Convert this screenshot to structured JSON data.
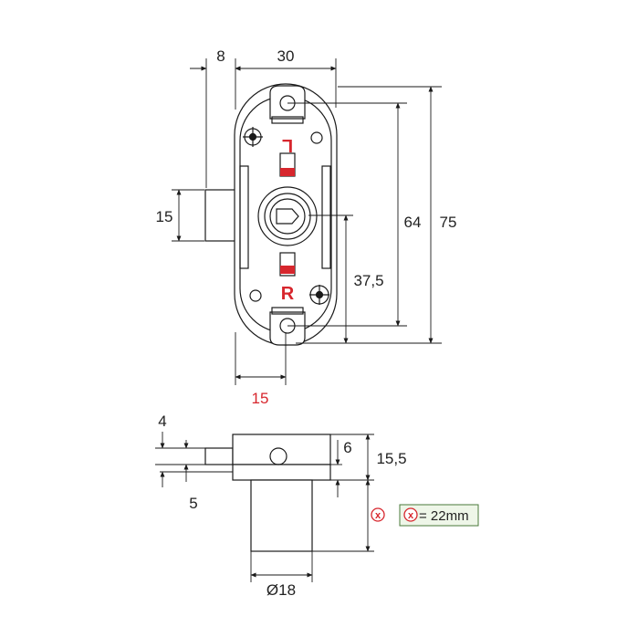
{
  "front_view": {
    "dims": {
      "bolt_projection": "8",
      "body_width": "30",
      "bolt_height": "15",
      "hole_spacing": "64",
      "overall_height": "75",
      "center_to_bottom": "37,5",
      "backset": "15"
    },
    "markers": {
      "left": "L",
      "right": "R"
    }
  },
  "side_view": {
    "dims": {
      "top_offset": "4",
      "plate_offset": "6",
      "body_height": "15,5",
      "bolt_offset": "5",
      "cylinder_diameter": "Ø18"
    },
    "x_symbol": "x",
    "note": {
      "symbol": "x",
      "text": "= 22mm"
    }
  },
  "colors": {
    "line": "#1a1a1a",
    "accent_red": "#d7262d",
    "note_fill": "#eef6e8",
    "body_fill": "#ffffff"
  }
}
